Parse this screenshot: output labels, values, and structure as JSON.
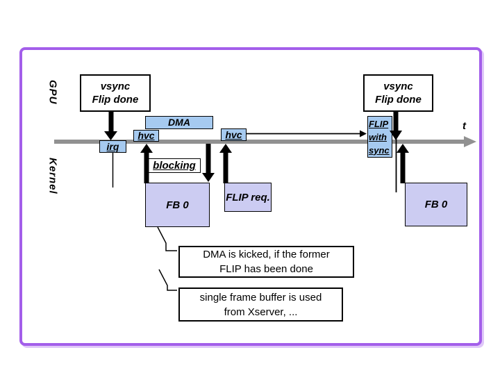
{
  "colors": {
    "frame_border": "#a35eea",
    "event_blue": "#a6caf0",
    "buffer_lavender": "#ccccf2",
    "timeline_gray": "#919191"
  },
  "lanes": {
    "gpu": "GPU",
    "kernel": "Kernel"
  },
  "timeline": {
    "axis_label": "t"
  },
  "gpu_events": {
    "vsync_left": "vsync\nFlip done",
    "vsync_right": "vsync\nFlip done",
    "dma": "DMA",
    "hvc_first": "hvc",
    "hvc_second": "hvc",
    "flip_with_sync": "FLIP\nwith\nsync"
  },
  "kernel_events": {
    "irq": "irq",
    "blocking": "blocking",
    "fb0_left": "FB 0",
    "flip_req": "FLIP req.",
    "fb0_right": "FB 0"
  },
  "callouts": {
    "dma_kicked": "DMA is kicked, if the former\nFLIP has been done",
    "single_framebuffer": "single frame buffer is used\nfrom Xserver, ..."
  }
}
